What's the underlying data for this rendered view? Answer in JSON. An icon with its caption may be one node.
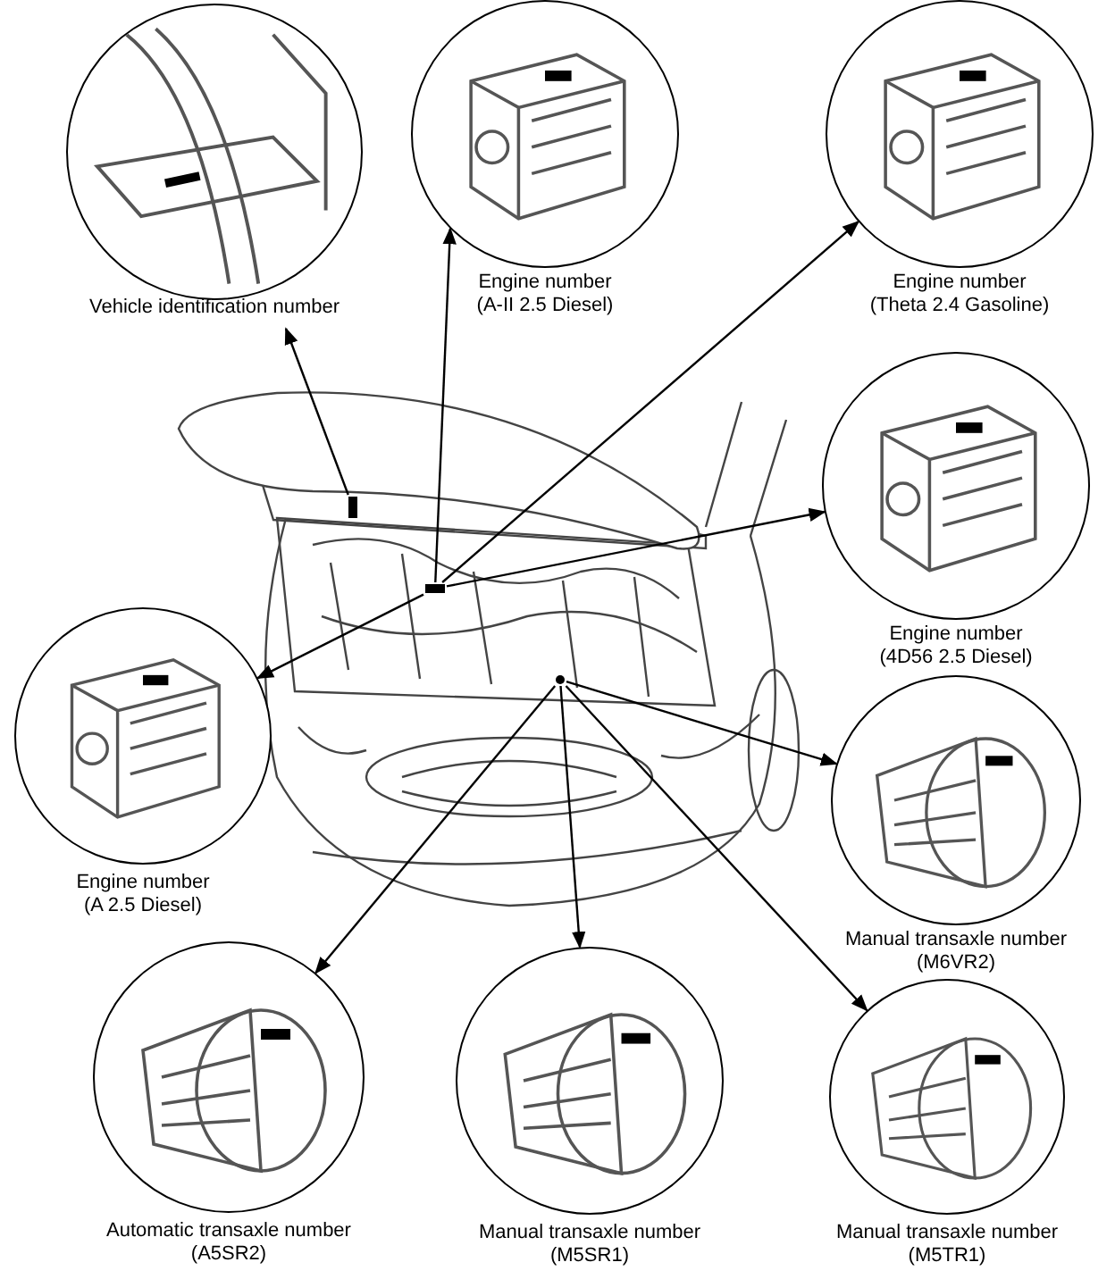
{
  "diagram": {
    "nodes": [
      {
        "text": [
          "Vehicle identification number"
        ]
      },
      {
        "text": [
          "Engine number (A-II 2.5 Diesel)"
        ]
      },
      {
        "text": [
          "Engine number (Theta 2.4 Gasoline)"
        ]
      },
      {
        "text": [],
        "shape": "picture"
      },
      {
        "text": [],
        "shape": "bar"
      },
      {
        "text": [],
        "shape": "bar",
        "in": 3
      },
      {
        "text": [],
        "shape": "circle",
        "in": 3
      },
      {
        "text": [
          "Engine number (4D56 2.5 Diesel)"
        ]
      },
      {
        "text": [
          "Engine number (A 2.5 Diesel)"
        ]
      },
      {
        "text": [
          "Manual transaxle number (M6VR2)"
        ]
      },
      {
        "text": [
          "Automatic transaxle number (A5SR2)"
        ]
      },
      {
        "text": [
          "Manual transaxle number (M5SR1)"
        ]
      },
      {
        "text": [
          "Manual transaxle number (M5TR1)"
        ]
      }
    ],
    "edges": [
      {
        "from": 4,
        "to": 0,
        "arrow": "to"
      },
      {
        "from": 5,
        "to": 1,
        "arrow": "to"
      },
      {
        "from": 5,
        "to": 2,
        "arrow": "to"
      },
      {
        "from": 5,
        "to": 7,
        "arrow": "to"
      },
      {
        "from": 5,
        "to": 8,
        "arrow": "to"
      },
      {
        "from": 6,
        "to": 9,
        "arrow": "to"
      },
      {
        "from": 6,
        "to": 10,
        "arrow": "to"
      },
      {
        "from": 6,
        "to": 11,
        "arrow": "to"
      },
      {
        "from": 6,
        "to": 12,
        "arrow": "to"
      }
    ]
  }
}
